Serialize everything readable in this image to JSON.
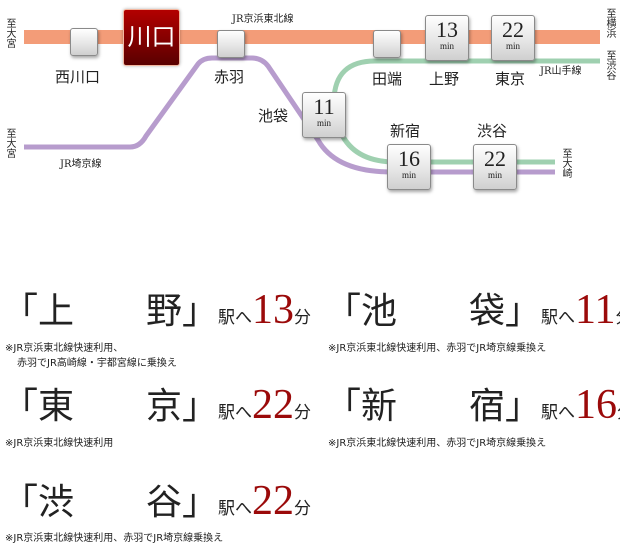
{
  "map": {
    "line_keihin": "JR京浜東北線",
    "line_yamanote": "JR山手線",
    "line_saikyo": "JR埼京線",
    "to_omiya_top": "至大宮",
    "to_omiya_bottom": "至大宮",
    "to_yokohama": "至横浜",
    "to_shibuya": "至渋谷",
    "to_osaki": "至大崎",
    "colors": {
      "keihin": "#f39c78",
      "yamanote": "#9fd0b0",
      "saikyo": "#b79ccd",
      "current": "#8b0000"
    },
    "current_station": "川口",
    "stations": {
      "nishikawaguchi": "西川口",
      "akabane": "赤羽",
      "tabata": "田端",
      "ueno": "上野",
      "tokyo": "東京",
      "ikebukuro": "池袋",
      "shinjuku": "新宿",
      "shibuya": "渋谷"
    },
    "times": {
      "ueno": "13",
      "tokyo": "22",
      "ikebukuro": "11",
      "shinjuku": "16",
      "shibuya": "22"
    },
    "unit": "min"
  },
  "access": [
    {
      "station": "「上　　野」",
      "to": "駅へ",
      "minutes": "13",
      "unit": "分",
      "note1": "※JR京浜東北線快速利用、",
      "note2": "赤羽でJR高崎線・宇都宮線に乗換え"
    },
    {
      "station": "「池　　袋」",
      "to": "駅へ",
      "minutes": "11",
      "unit": "分",
      "note1": "※JR京浜東北線快速利用、赤羽でJR埼京線乗換え"
    },
    {
      "station": "「東　　京」",
      "to": "駅へ",
      "minutes": "22",
      "unit": "分",
      "note1": "※JR京浜東北線快速利用"
    },
    {
      "station": "「新　　宿」",
      "to": "駅へ",
      "minutes": "16",
      "unit": "分",
      "note1": "※JR京浜東北線快速利用、赤羽でJR埼京線乗換え"
    },
    {
      "station": "「渋　　谷」",
      "to": "駅へ",
      "minutes": "22",
      "unit": "分",
      "note1": "※JR京浜東北線快速利用、赤羽でJR埼京線乗換え"
    }
  ]
}
